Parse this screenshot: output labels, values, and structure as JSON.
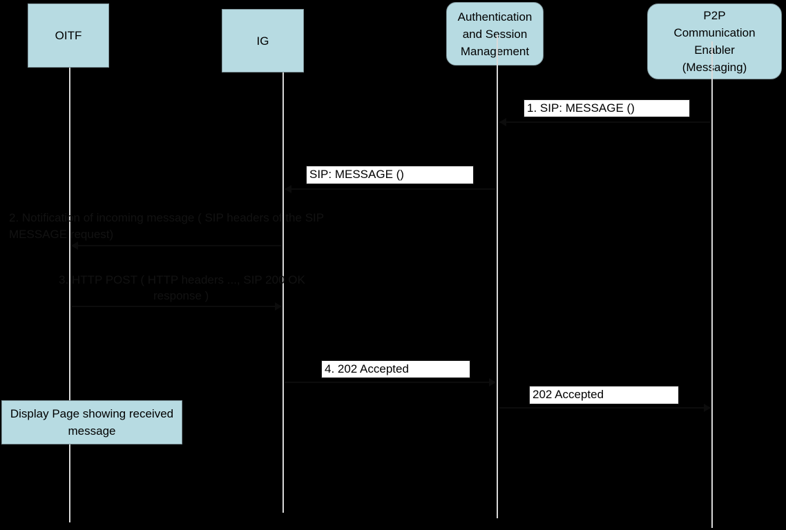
{
  "diagram": {
    "type": "sequence-diagram",
    "background_color": "#000000",
    "actor_fill_color": "#b7dbe2",
    "actor_border_color": "#7e949a",
    "label_bg_color": "#ffffff",
    "label_text_color": "#000000",
    "lifeline_color": "#d9d9d9",
    "actors": [
      {
        "id": "oitf",
        "label": "OITF"
      },
      {
        "id": "ig",
        "label": "IG"
      },
      {
        "id": "asm",
        "label": "Authentication and Session Management"
      },
      {
        "id": "p2p",
        "label": "P2P Communication Enabler (Messaging)"
      }
    ],
    "messages": [
      {
        "seq": "1",
        "label": "1. SIP: MESSAGE ()",
        "from": "p2p",
        "to": "asm",
        "visible": true
      },
      {
        "seq": "",
        "label": "SIP: MESSAGE ()",
        "from": "asm",
        "to": "ig",
        "visible": true
      },
      {
        "seq": "2",
        "label": "2. Notification of incoming message ( SIP headers of the SIP MESSAGE request)",
        "from": "ig",
        "to": "oitf",
        "visible": false
      },
      {
        "seq": "3",
        "label": "3. HTTP POST ( HTTP headers ..., SIP 200 OK response )",
        "from": "oitf",
        "to": "ig",
        "visible": false
      },
      {
        "seq": "4",
        "label": "4. 202 Accepted",
        "from": "ig",
        "to": "asm",
        "visible": true
      },
      {
        "seq": "",
        "label": "202 Accepted",
        "from": "asm",
        "to": "p2p",
        "visible": true
      }
    ],
    "hidden_text": {
      "msg2_line1": "2. Notification of incoming message ( SIP headers of the SIP",
      "msg2_line2": "MESSAGE request)",
      "msg3_line1": "3. HTTP POST ( HTTP headers ..., SIP 200 OK",
      "msg3_line2": "response )"
    },
    "note": {
      "label": "Display Page showing received message"
    }
  }
}
